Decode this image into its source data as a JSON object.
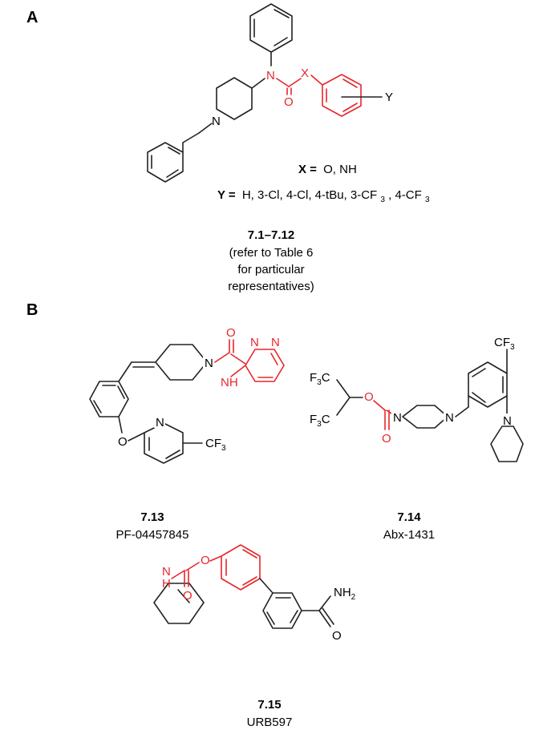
{
  "panels": {
    "A": "A",
    "B": "B"
  },
  "atoms": {
    "N": "N",
    "O": "O",
    "X": "X",
    "Y": "Y",
    "H": "H",
    "NH2_main": "NH",
    "NH2_sub": "2",
    "F3C": "F",
    "three": "3",
    "C": "C",
    "CF": "CF",
    "F": "F"
  },
  "structureA": {
    "x_label": "X =",
    "x_values": "O, NH",
    "y_label": "Y =",
    "y_values_parts": [
      "H, 3-Cl, 4-Cl, 4-tBu, 3-CF",
      "3",
      ", 4-CF",
      "3"
    ],
    "compound_id": "7.1–7.12",
    "note_lines": [
      "(refer to Table 6",
      "for particular",
      "representatives)"
    ]
  },
  "compounds": [
    {
      "id": "7.13",
      "name": "PF-04457845"
    },
    {
      "id": "7.14",
      "name": "Abx-1431"
    },
    {
      "id": "7.15",
      "name": "URB597"
    }
  ],
  "colors": {
    "highlight": "#e8262b",
    "bond": "#222222"
  }
}
